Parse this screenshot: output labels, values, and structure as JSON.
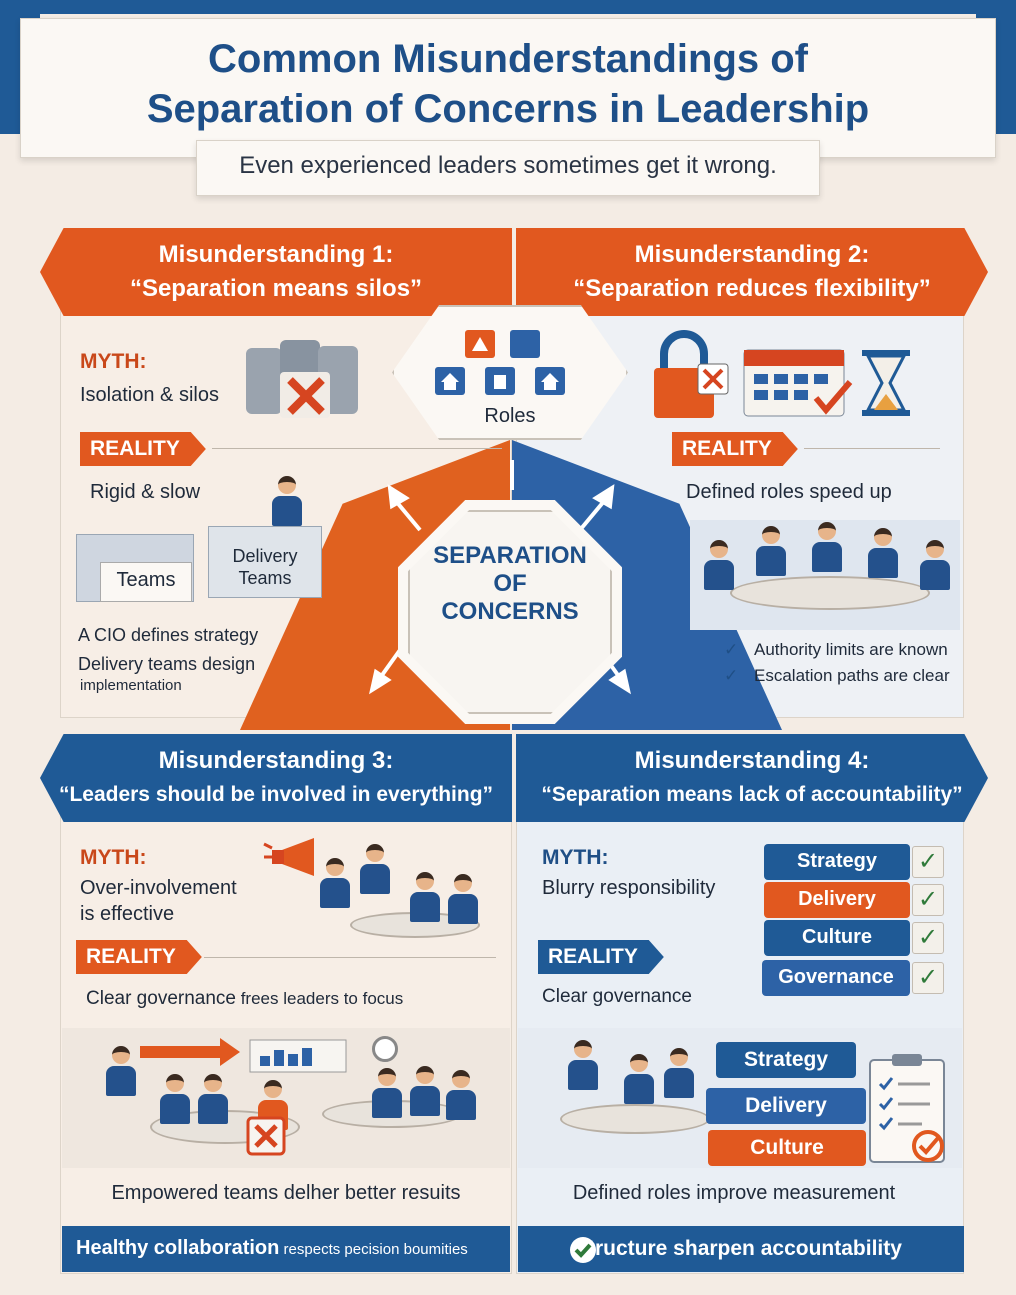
{
  "header": {
    "title_line1": "Common Misunderstandings of",
    "title_line2": "Separation of Concerns in Leadership",
    "subtitle": "Even experienced leaders sometimes get it wrong."
  },
  "center": {
    "roles_label": "Roles",
    "core_line1": "SEPARATION",
    "core_line2": "OF",
    "core_line3": "CONCERNS"
  },
  "q1": {
    "heading": "Misunderstanding 1:",
    "quote": "“Separation means silos”",
    "myth_label": "MYTH:",
    "myth_text": "Isolation & silos",
    "reality_label": "REALITY",
    "reality_text": "Rigid & slow",
    "box_teams": "Teams",
    "box_delivery_1": "Delivery",
    "box_delivery_2": "Teams",
    "note_1": "A CIO defines strategy",
    "note_2": "Delivery teams design",
    "note_3": "implementation"
  },
  "q2": {
    "heading": "Misunderstanding 2:",
    "quote": "“Separation reduces flexibility”",
    "reality_label": "REALITY",
    "reality_text": "Defined roles speed up",
    "check_1": "Authority limits are known",
    "check_2": "Escalation paths are clear"
  },
  "q3": {
    "heading": "Misunderstanding 3:",
    "quote": "“Leaders should be involved in everything”",
    "myth_label": "MYTH:",
    "myth_text_1": "Over-involvement",
    "myth_text_2": "is effective",
    "reality_label": "REALITY",
    "reality_text_a": "Clear governance",
    "reality_text_b": " frees leaders to focus",
    "caption": "Empowered teams delher better resuits",
    "footer_bold": "Healthy collaboration",
    "footer_rest": " respects pecision boumities"
  },
  "q4": {
    "heading": "Misunderstanding 4:",
    "quote": "“Separation means lack of accountability”",
    "myth_label": "MYTH:",
    "myth_text": "Blurry responsibility",
    "reality_label": "REALITY",
    "reality_text": "Clear governance",
    "tabs": [
      "Strategy",
      "Delivery",
      "Culture",
      "Governance"
    ],
    "stack": [
      "Strategy",
      "Delivery",
      "Culture"
    ],
    "caption": "Defined roles improve measurement",
    "footer_text": "Structure sharpen accountability"
  },
  "colors": {
    "orange": "#e1581f",
    "blue": "#1f5a96",
    "title_blue": "#1e4f88",
    "check_green": "#2f7a3a"
  }
}
